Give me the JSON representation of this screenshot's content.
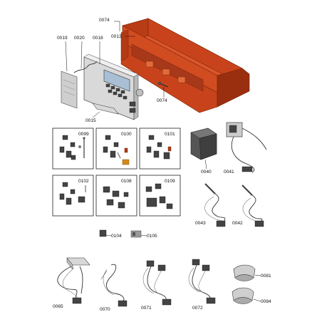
{
  "labels": {
    "p0074_top": "0074",
    "p0013": "0013",
    "p0019": "0019",
    "p0020": "0020",
    "p0018": "0018",
    "p0074_mid": "0074",
    "p0015": "0015",
    "p0099": "0099",
    "p0100": "0100",
    "p0101": "0101",
    "p0102": "0102",
    "p0108": "0108",
    "p0109": "0109",
    "p0040": "0040",
    "p0041": "0041",
    "p0043": "0043",
    "p0042": "0042",
    "p0104": "0104",
    "p0105": "0105",
    "p0065": "0065",
    "p0070": "0070",
    "p0071": "0071",
    "p0072": "0072",
    "p0081": "0081",
    "p0084": "0084"
  },
  "colors": {
    "housing": "#c8431b",
    "housing_dark": "#9a2f10",
    "display": "#a9bfd6",
    "panel": "#d9d9d9"
  }
}
